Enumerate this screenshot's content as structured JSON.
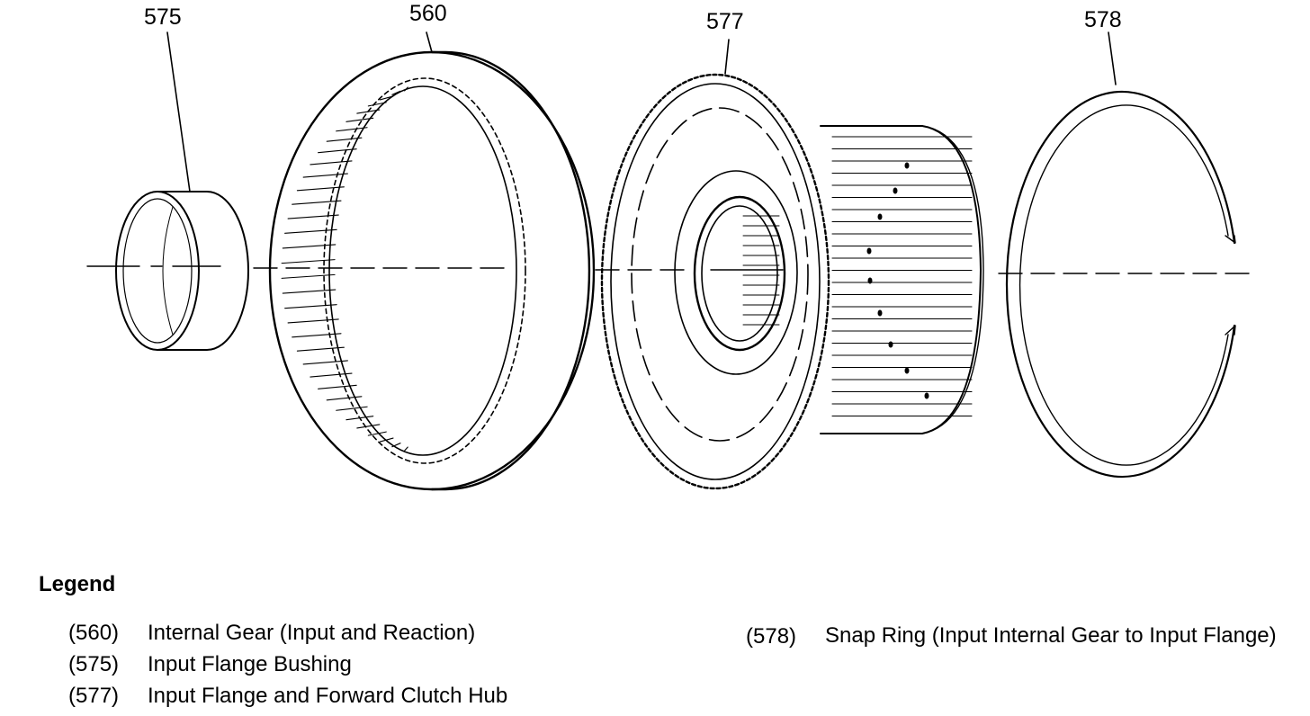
{
  "callouts": {
    "c575": "575",
    "c560": "560",
    "c577": "577",
    "c578": "578"
  },
  "legend": {
    "title": "Legend",
    "items": [
      {
        "num": "(560)",
        "desc": "Internal Gear (Input and Reaction)"
      },
      {
        "num": "(575)",
        "desc": "Input Flange Bushing"
      },
      {
        "num": "(577)",
        "desc": "Input Flange and Forward Clutch Hub"
      },
      {
        "num": "(578)",
        "desc": "Snap Ring (Input Internal Gear to Input Flange)"
      }
    ]
  }
}
